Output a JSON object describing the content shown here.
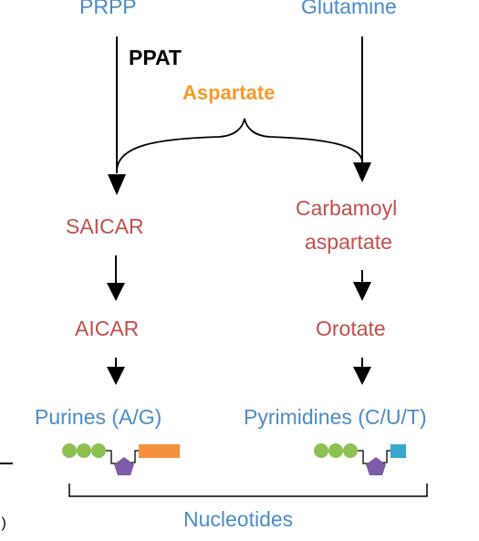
{
  "inputs": {
    "prpp": "PRPP",
    "glutamine": "Glutamine"
  },
  "enzyme": "PPAT",
  "shared_input": "Aspartate",
  "purine_path": {
    "step1": "SAICAR",
    "step2": "AICAR",
    "product": "Purines (A/G)"
  },
  "pyrimidine_path": {
    "step1_line1": "Carbamoyl",
    "step1_line2": "aspartate",
    "step2": "Orotate",
    "product": "Pyrimidines (C/U/T)"
  },
  "group_label": "Nucleotides",
  "edge_fragment": ".)",
  "colors": {
    "blue": "#4a8cc8",
    "red": "#c0504d",
    "orange": "#f59a2c",
    "phosphate_green": "#8cc152",
    "sugar_purple": "#7d5ba6",
    "purine_base": "#f5913a",
    "pyrimidine_base": "#3aa8cc"
  }
}
